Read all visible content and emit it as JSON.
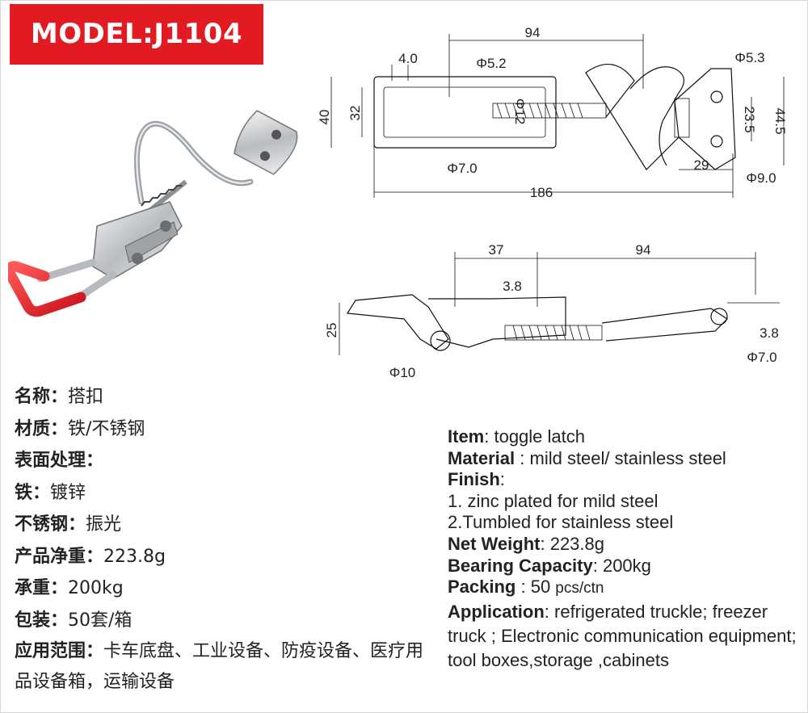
{
  "banner": {
    "model": "MODEL:J1104",
    "color": "#e21b23"
  },
  "dimensions": {
    "top_view": {
      "overall_length": "186",
      "span": "94",
      "slot_offset": "4.0",
      "height_outer": "40",
      "height_inner": "32",
      "hole_small": "Φ5.2",
      "rod": "Φ12",
      "pin": "Φ7.0",
      "plate_hole": "Φ5.3",
      "plate_hole_spacing": "23.5",
      "plate_height": "44.5",
      "plate_width": "29",
      "plate_hole_large": "Φ9.0"
    },
    "side_view": {
      "handle_reach": "37",
      "span": "94",
      "offset_top": "3.8",
      "height": "25",
      "eye": "Φ10",
      "offset_right": "3.8",
      "pin": "Φ7.0"
    }
  },
  "spec_cn": {
    "name_key": "名称：",
    "name_val": "搭扣",
    "material_key": "材质：",
    "material_val": "铁/不锈钢",
    "finish_key": "表面处理：",
    "iron_key": "铁：",
    "iron_val": "镀锌",
    "stainless_key": "不锈钢：",
    "stainless_val": "振光",
    "weight_key": "产品净重：",
    "weight_val": "223.8g",
    "capacity_key": "承重：",
    "capacity_val": "200kg",
    "packing_key": "包装：",
    "packing_val": "50套/箱",
    "application_key": "应用范围：",
    "application_val": "卡车底盘、工业设备、防疫设备、医疗用品设备箱，运输设备"
  },
  "spec_en": {
    "item_key": "Item",
    "item_val": ": toggle latch",
    "material_key": "Material",
    "material_val": " : mild steel/ stainless steel",
    "finish_key": "Finish",
    "finish_sep": ":",
    "finish_1": "1. zinc plated for mild steel",
    "finish_2": "2.Tumbled for stainless steel",
    "weight_key": "Net Weight",
    "weight_val": ": 223.8g",
    "capacity_key": "Bearing Capacity",
    "capacity_val": ": 200kg",
    "packing_key": "Packing",
    "packing_val": " : 50 ",
    "packing_unit": "pcs/ctn",
    "application_key": "Application",
    "application_val": ": refrigerated truckle; freezer truck ; Electronic communication equipment; tool boxes,storage ,cabinets"
  }
}
